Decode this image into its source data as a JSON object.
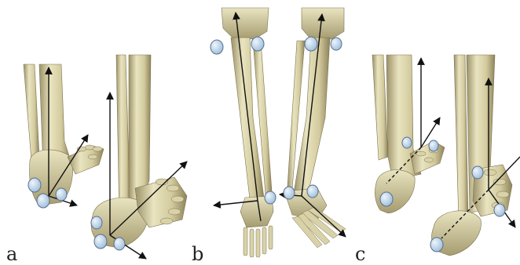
{
  "panels": [
    {
      "label": "a"
    },
    {
      "label": "b"
    },
    {
      "label": "c"
    }
  ],
  "colors": {
    "bone_light": "#e9e4c0",
    "bone_mid": "#cfc79a",
    "bone_dark": "#9b9167",
    "marker_fill": "#b9d3ea",
    "marker_stroke": "#5a6f8a",
    "axis": "#111111"
  }
}
